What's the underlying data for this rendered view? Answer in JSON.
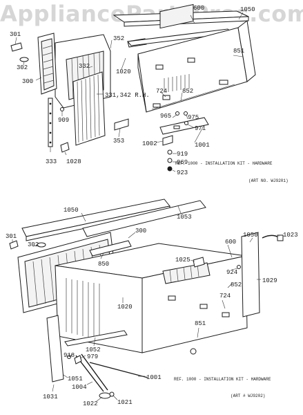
{
  "watermark": "AppliancePartsPros.com",
  "top_diagram": {
    "labels": {
      "p600": "600",
      "p1050": "1050",
      "p301": "301",
      "p352": "352",
      "p302": "302",
      "p851": "851",
      "p332": "332",
      "p1020": "1020",
      "p300": "300",
      "p331": "331,342  R.H.",
      "p724": "724",
      "p852": "852",
      "p909": "909",
      "p965": "965",
      "p975": "975",
      "p971": "971",
      "p353": "353",
      "p1002": "1002",
      "p1001": "1001",
      "p919": "919",
      "p333": "333",
      "p1028": "1028",
      "p969": "969",
      "p923": "923"
    },
    "caption": "REF. 1000 - INSTALLATION KIT - HARDWARE",
    "art_no": "(ART NO. WJ9201)"
  },
  "bottom_diagram": {
    "labels": {
      "p1050a": "1050",
      "p1053": "1053",
      "p300": "300",
      "p301": "301",
      "p302": "302",
      "p1050b": "1050",
      "p1023": "1023",
      "p600": "600",
      "p1025": "1025",
      "p924": "924",
      "p850": "850",
      "p1029": "1029",
      "p852": "852",
      "p724": "724",
      "p1020": "1020",
      "p851": "851",
      "p1052": "1052",
      "p918": "918",
      "p979": "979",
      "p1051": "1051",
      "p1001": "1001",
      "p1004": "1004",
      "p1031": "1031",
      "p1022": "1022",
      "p1021": "1021"
    },
    "caption": "REF. 1000 - INSTALLATION KIT - HARDWARE",
    "art_no": "(ART # WJ9202)"
  }
}
